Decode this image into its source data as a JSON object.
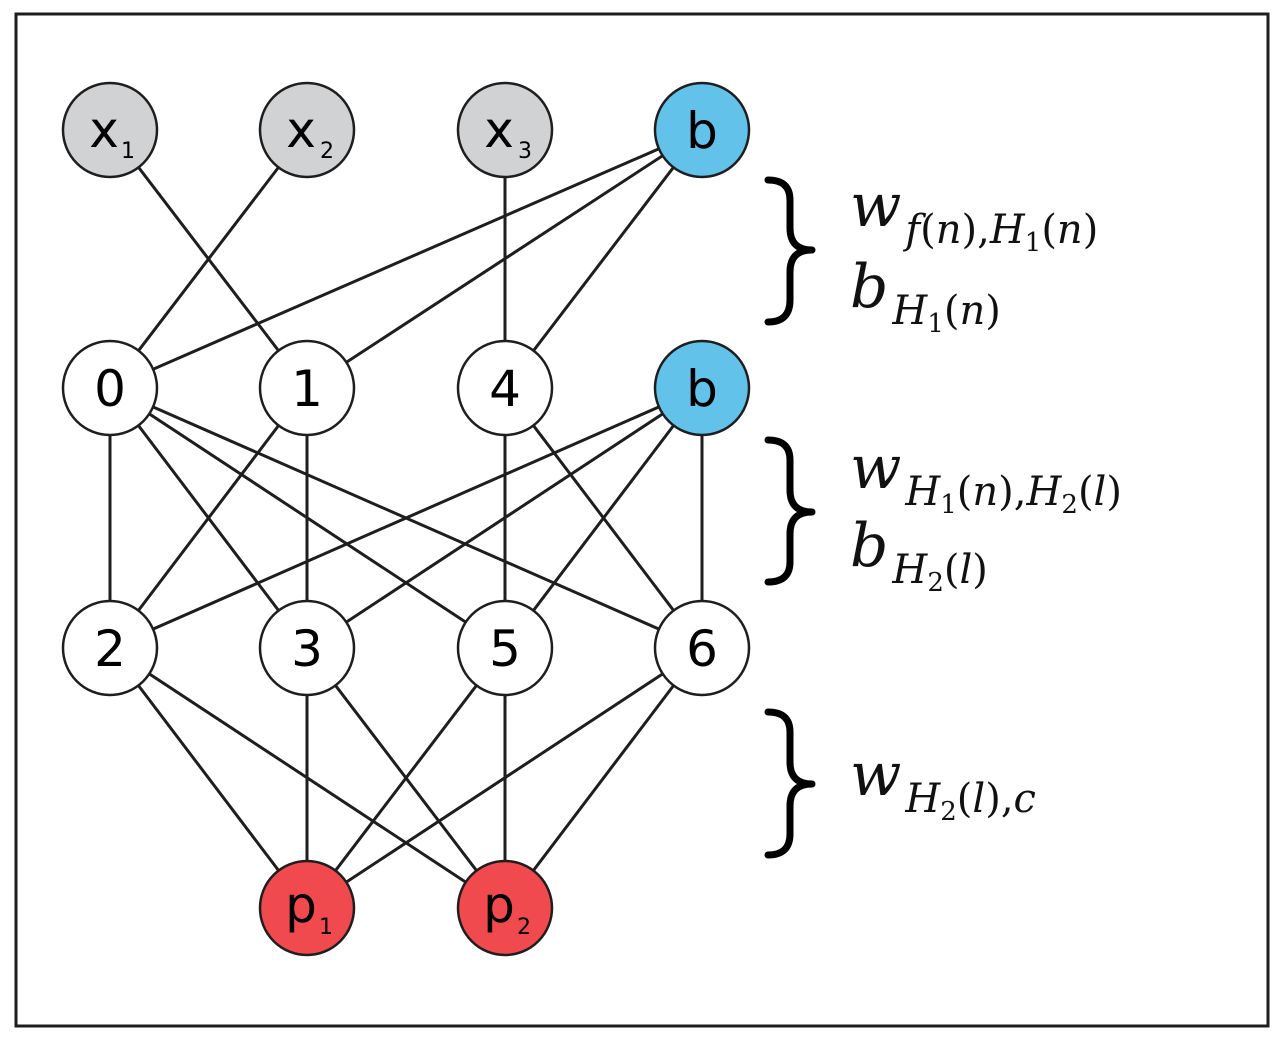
{
  "colors": {
    "input_fill": "#d1d2d4",
    "bias_fill": "#63c2ea",
    "hidden_fill": "#ffffff",
    "output_fill": "#f04a4e",
    "stroke": "#1e1e1e"
  },
  "nodes": {
    "x1": {
      "main": "x",
      "sub": "1"
    },
    "x2": {
      "main": "x",
      "sub": "2"
    },
    "x3": {
      "main": "x",
      "sub": "3"
    },
    "bias1": {
      "main": "b"
    },
    "h0": {
      "main": "0"
    },
    "h1": {
      "main": "1"
    },
    "h4": {
      "main": "4"
    },
    "bias2": {
      "main": "b"
    },
    "h2": {
      "main": "2"
    },
    "h3": {
      "main": "3"
    },
    "h5": {
      "main": "5"
    },
    "h6": {
      "main": "6"
    },
    "p1": {
      "main": "p",
      "sub": "1"
    },
    "p2": {
      "main": "p",
      "sub": "2"
    }
  },
  "equations": {
    "layer1_weight": {
      "w": "w",
      "f": "f",
      "n": "n",
      "H": "H",
      "one": "1",
      "paren_open": "(",
      "paren_close": ")",
      "comma": ","
    },
    "layer1_bias": {
      "b": "b",
      "H": "H",
      "one": "1",
      "n": "n",
      "paren_open": "(",
      "paren_close": ")"
    },
    "layer2_weight": {
      "w": "w",
      "H": "H",
      "one": "1",
      "n": "n",
      "two": "2",
      "l": "l",
      "paren_open": "(",
      "paren_close": ")",
      "comma": ","
    },
    "layer2_bias": {
      "b": "b",
      "H": "H",
      "two": "2",
      "l": "l",
      "paren_open": "(",
      "paren_close": ")"
    },
    "layer3_weight": {
      "w": "w",
      "H": "H",
      "two": "2",
      "l": "l",
      "c": "c",
      "paren_open": "(",
      "paren_close": ")",
      "comma": ","
    }
  }
}
